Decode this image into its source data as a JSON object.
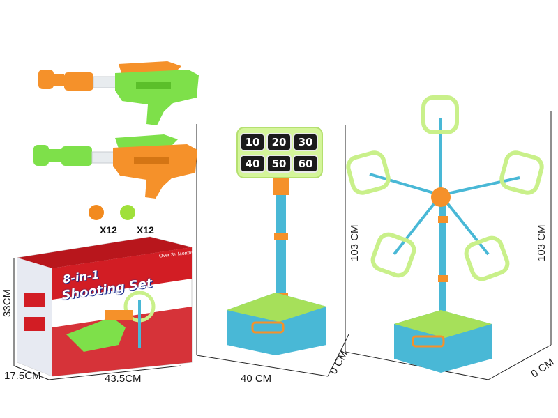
{
  "product": {
    "box_title_line1": "8-in-1",
    "box_title_line2": "Shooting Set",
    "box_badge": "Over 3+ Months"
  },
  "ammo": {
    "orange_count": "X12",
    "green_count": "X12",
    "orange_color": "#f28a1e",
    "green_color": "#9fe03a"
  },
  "target_board": {
    "scores": [
      "10",
      "20",
      "30",
      "40",
      "50",
      "60"
    ]
  },
  "dimensions": {
    "box_height": "33CM",
    "box_depth": "17.5CM",
    "box_width": "43.5CM",
    "board_base": "40 CM",
    "board_depth": "0 CM",
    "board_height": "103 CM",
    "wheel_height": "103 CM",
    "wheel_depth": "0 CM"
  },
  "colors": {
    "gun_green": "#7ee04a",
    "gun_orange": "#f5912a",
    "stand_blue": "#49b8d6",
    "stand_lime": "#c9f08a",
    "box_red": "#d21d24"
  }
}
